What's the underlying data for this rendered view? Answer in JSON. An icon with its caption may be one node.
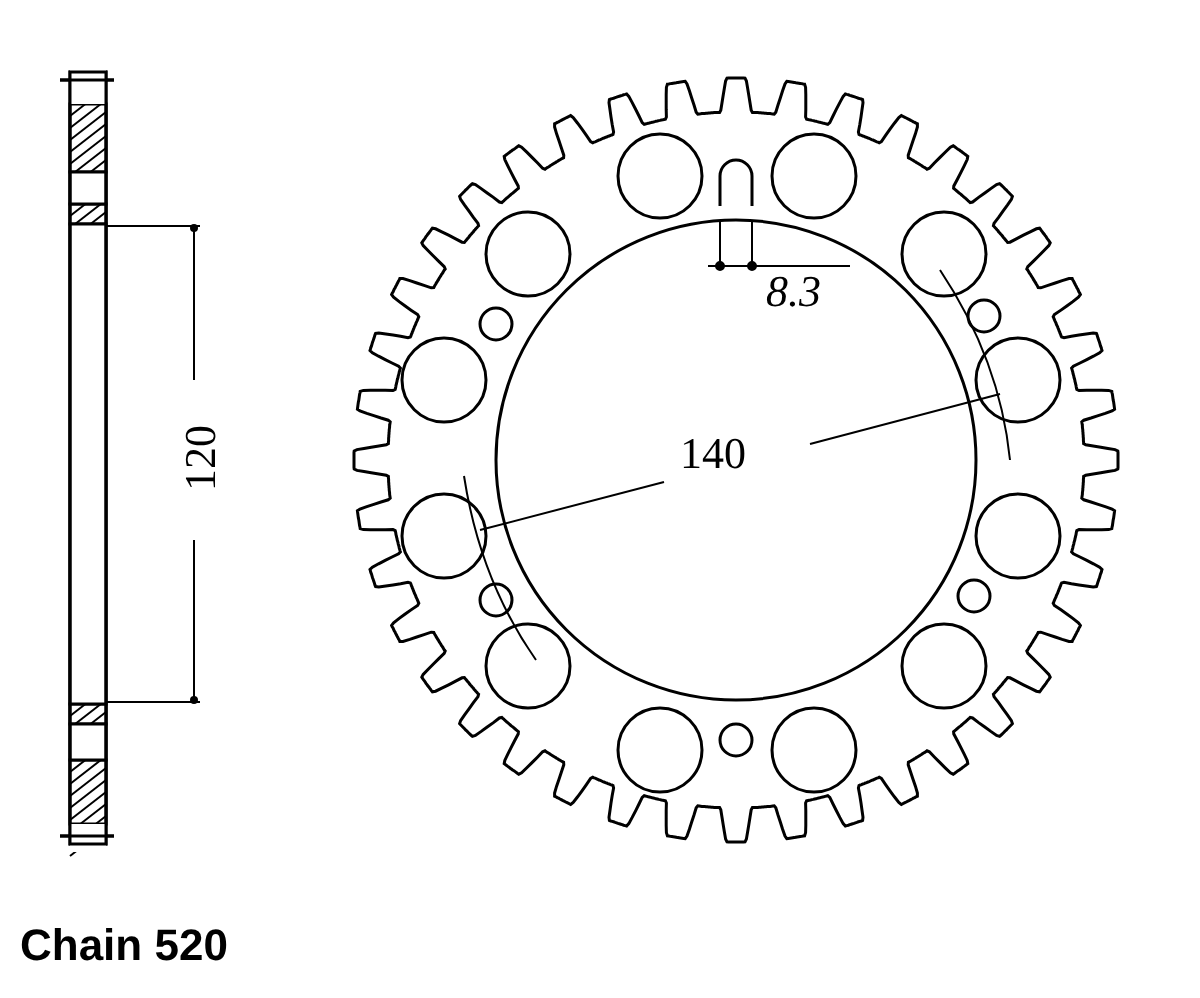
{
  "diagram": {
    "labels": [
      "8.3",
      "120",
      "140",
      "Chain 520"
    ]
  }
}
